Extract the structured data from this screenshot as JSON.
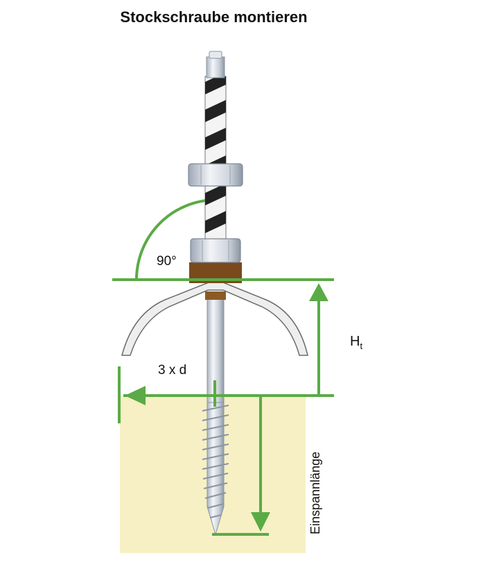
{
  "title": "Stockschraube montieren",
  "labels": {
    "angle": "90°",
    "height_main": "H",
    "height_sub": "t",
    "edge_distance": "3 x d",
    "embedment": "Einspannlänge"
  },
  "colors": {
    "green": "#5aab45",
    "wood": "#f6f0c4",
    "seal": "#7a4a1c",
    "sheet": "#e9e9e9",
    "thread_dark": "#2a2a2a",
    "metal_light": "#dde3ea"
  }
}
